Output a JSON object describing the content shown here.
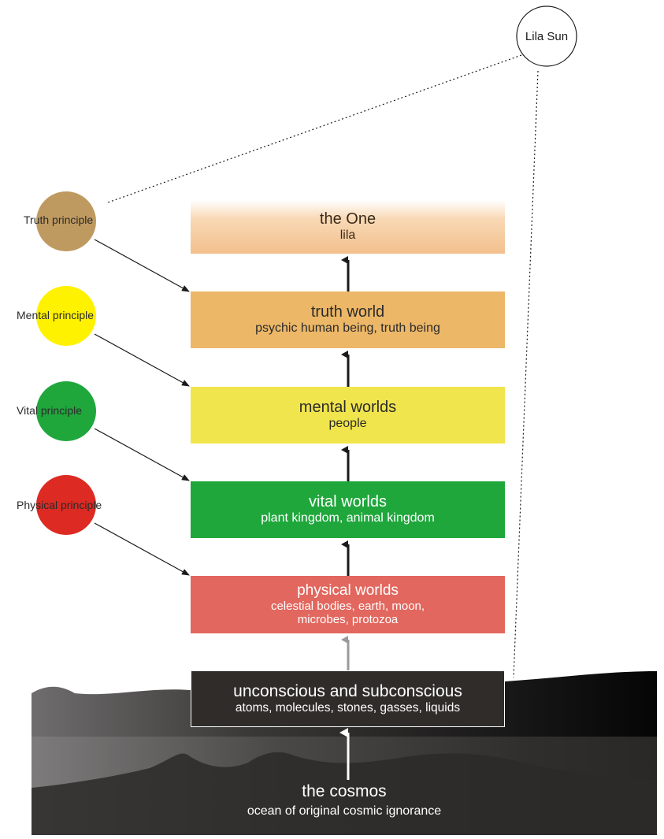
{
  "sun": {
    "label": "Lila Sun"
  },
  "principles": [
    {
      "label": "Truth principle",
      "color": "#bf9a60"
    },
    {
      "label": "Mental principle",
      "color": "#fff200"
    },
    {
      "label": "Vital principle",
      "color": "#1fa73c"
    },
    {
      "label": "Physical principle",
      "color": "#dd2a22"
    }
  ],
  "levels": {
    "one": {
      "title": "the One",
      "subtitle": "lila"
    },
    "truth": {
      "title": "truth world",
      "subtitle": "psychic human being, truth being"
    },
    "mental": {
      "title": "mental worlds",
      "subtitle": "people"
    },
    "vital": {
      "title": "vital worlds",
      "subtitle": "plant kingdom, animal kingdom"
    },
    "physical": {
      "title": "physical worlds",
      "subtitle_line1": "celestial bodies, earth, moon,",
      "subtitle_line2": "microbes, protozoa"
    },
    "unconscious": {
      "title": "unconscious and subconscious",
      "subtitle": "atoms, molecules, stones, gasses, liquids"
    }
  },
  "cosmos": {
    "title": "the cosmos",
    "subtitle": "ocean of original cosmic ignorance"
  }
}
